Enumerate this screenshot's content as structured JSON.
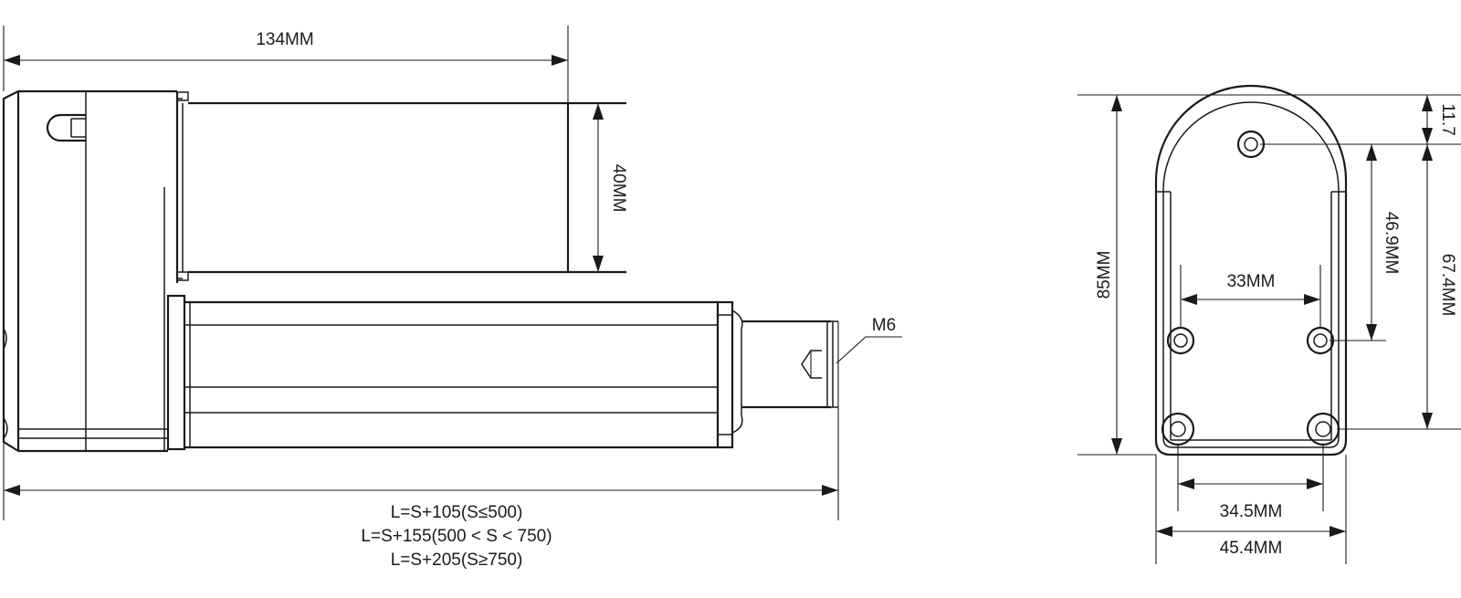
{
  "side_view": {
    "body_length_label": "134MM",
    "motor_diameter_label": "40MM",
    "thread_label": "M6",
    "total_length_formulas": [
      "L=S+105(S≤500)",
      "L=S+155(500 < S < 750)",
      "L=S+205(S≥750)"
    ]
  },
  "end_view": {
    "height_label": "85MM",
    "top_offset_label": "11.7",
    "vertical_hole_span_label": "46.9MM",
    "lower_height_label": "67.4MM",
    "upper_hole_spacing_label": "33MM",
    "lower_hole_spacing_label": "34.5MM",
    "base_width_label": "45.4MM"
  }
}
